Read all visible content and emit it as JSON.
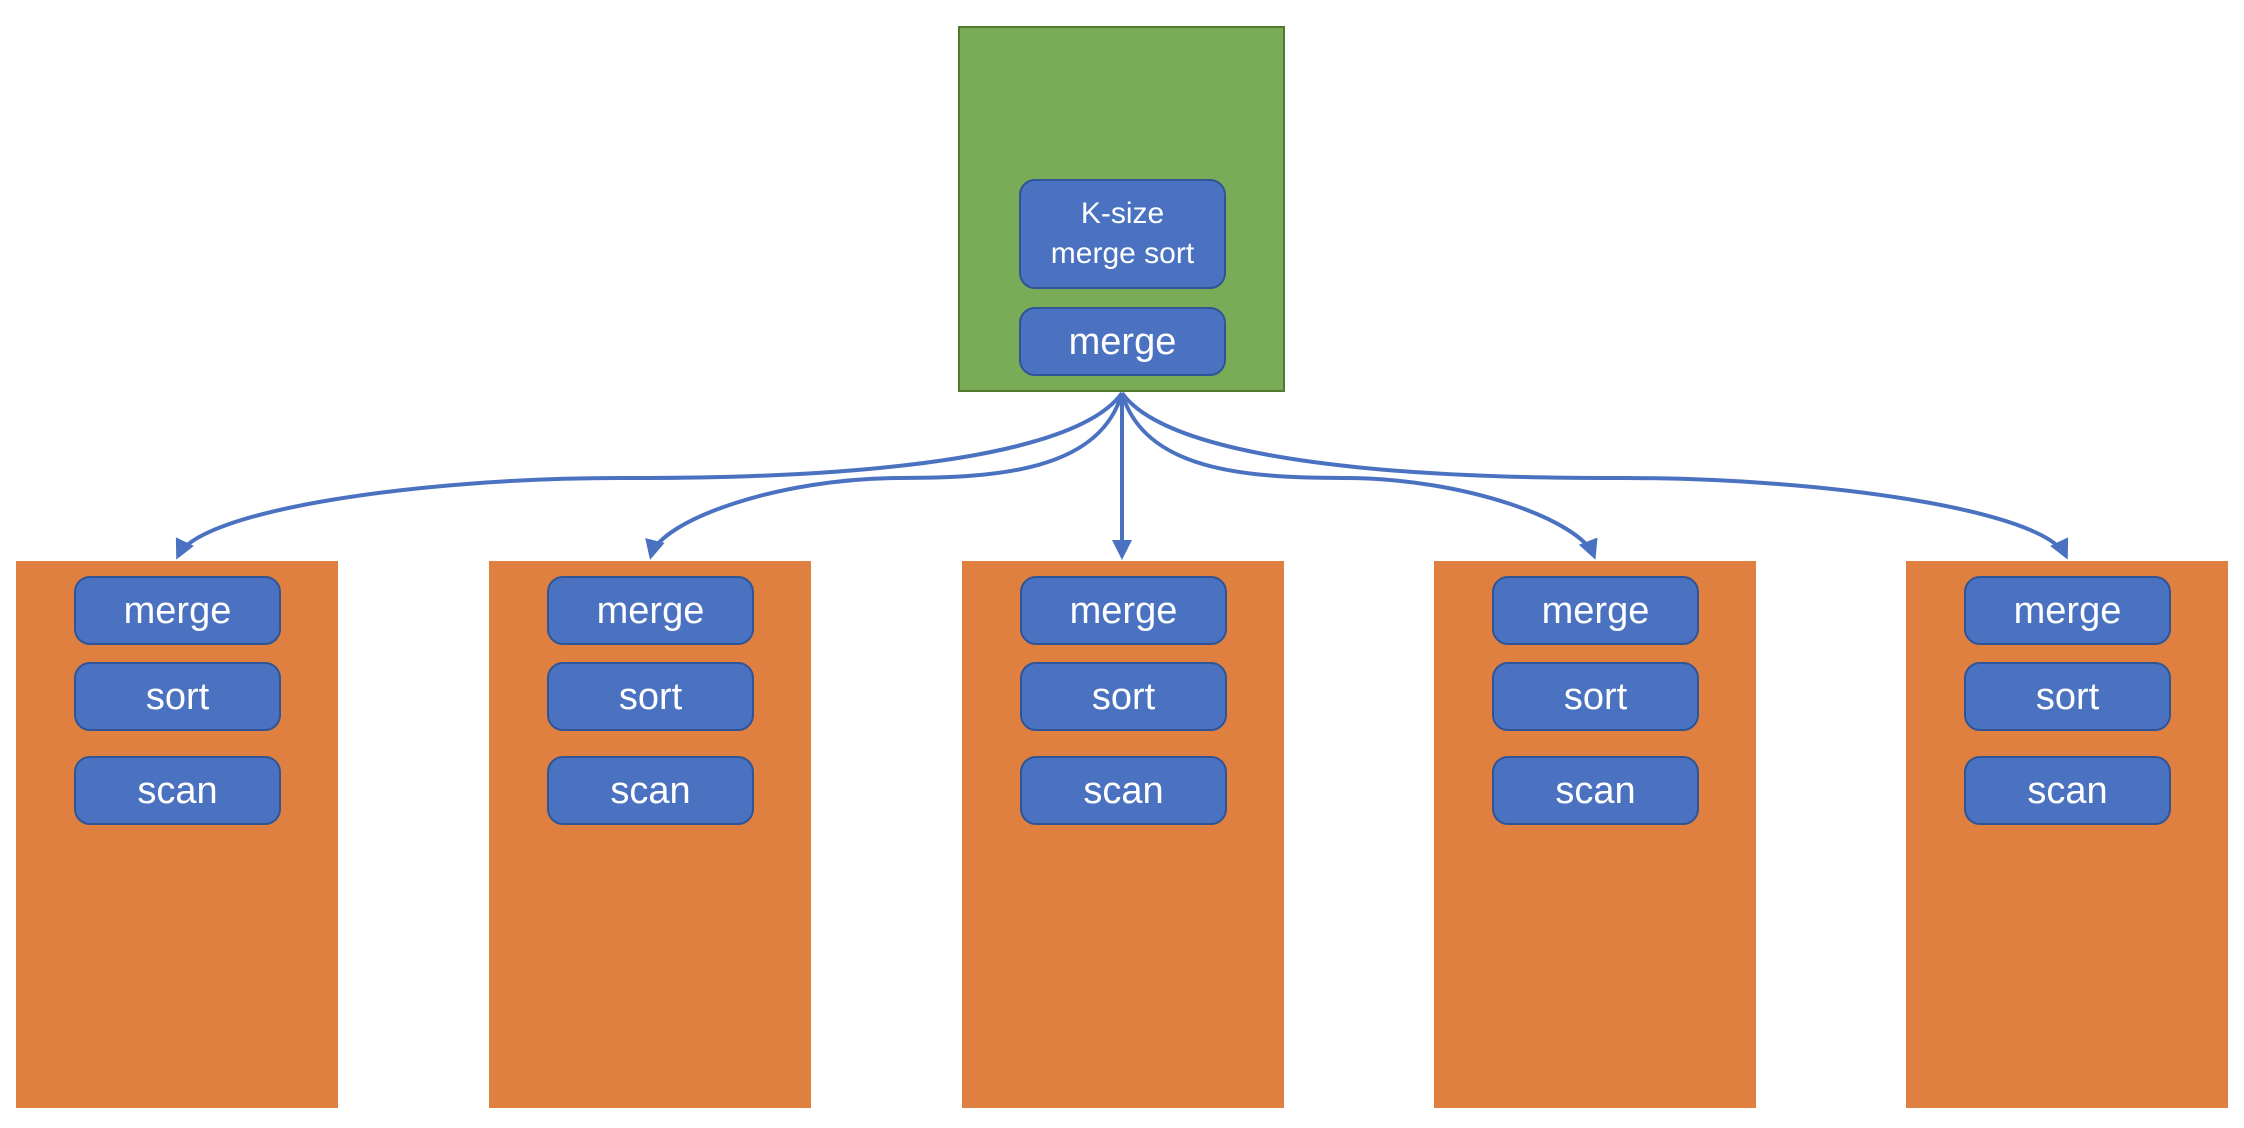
{
  "colors": {
    "coordinator_fill": "#7aab56",
    "worker_fill": "#df8041",
    "operator_fill": "#4a72c1",
    "connector": "#4a72c1"
  },
  "coordinator": {
    "operators": [
      "K-size\nmerge sort",
      "merge"
    ]
  },
  "workers": [
    {
      "operators": [
        "merge",
        "sort",
        "scan"
      ]
    },
    {
      "operators": [
        "merge",
        "sort",
        "scan"
      ]
    },
    {
      "operators": [
        "merge",
        "sort",
        "scan"
      ]
    },
    {
      "operators": [
        "merge",
        "sort",
        "scan"
      ]
    },
    {
      "operators": [
        "merge",
        "sort",
        "scan"
      ]
    }
  ]
}
